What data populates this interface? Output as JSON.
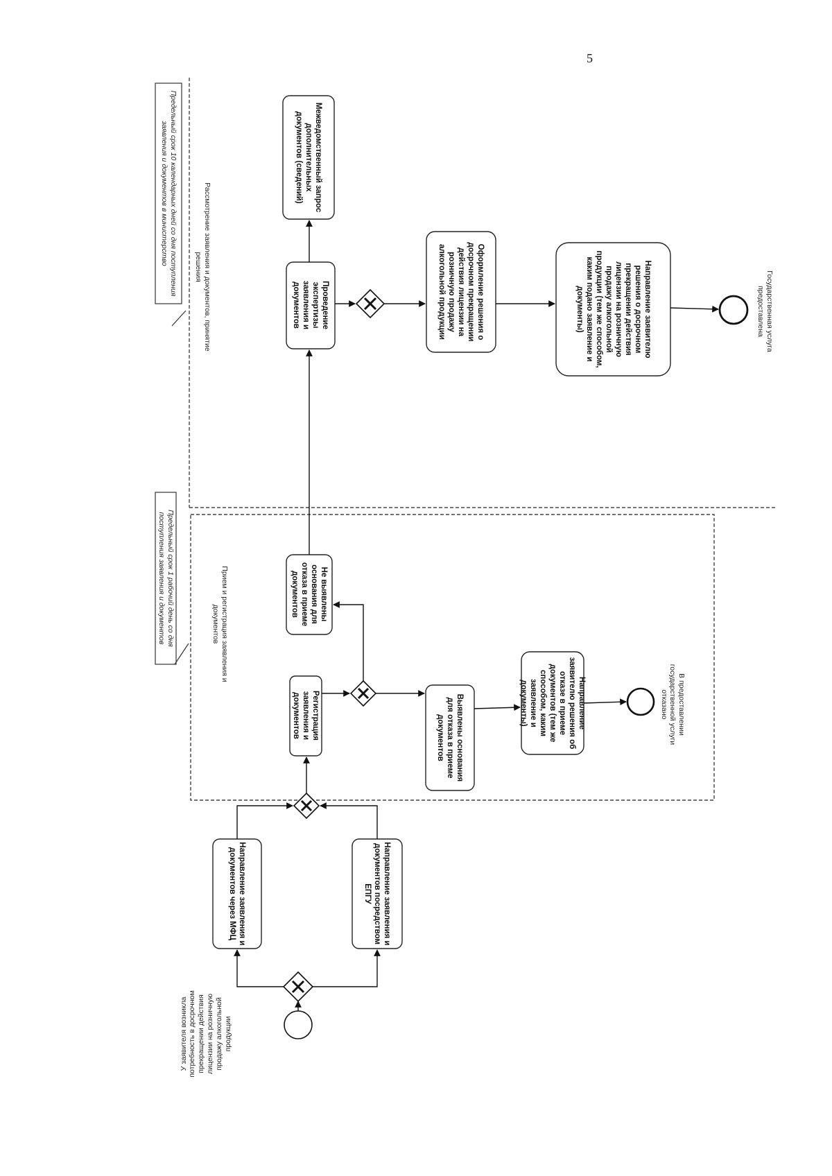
{
  "page_number": "5",
  "start_event": "У заявителя возникла потребность в досрочном прекращении действия лицензии на розничную продажу алкогольной продукции",
  "tasks": {
    "send_mfc": "Направление заявления и документов через МФЦ",
    "send_epgu": "Направление заявления и документов посредством ЕПГУ",
    "registration": "Регистрация заявления и документов",
    "no_grounds": "Не выявлены основания для отказа в приеме документов",
    "grounds_found": "Выявлены основания для отказа в приеме документов",
    "refusal_notice": "Направление заявителю решения об отказе в приеме документов (тем же способом, каким заявление и документы)",
    "expertise": "Проведение экспертизы заявления и документов",
    "interagency": "Межведомственный запрос дополнительных документов (сведений)",
    "decision": "Оформление решения о досрочном прекращении действия лицензии на розничную продажу алкогольной продукции",
    "send_decision": "Направление заявителю решения о досрочном прекращении действия лицензии на розничную продажу алкогольной продукции (тем же способом, каким подано заявление и документы)"
  },
  "lanes": {
    "reception": "Прием и регистрация заявления и документов",
    "review": "Рассмотрение заявления и документов, принятие решения"
  },
  "notes": {
    "reception_deadline": "Предельный срок 1 рабочий день со дня поступления заявления и документов",
    "review_deadline": "Предельный срок 10 календарных дней со дня поступления заявления и документов в министерство"
  },
  "end_events": {
    "refused": "В предоставлении государственной услуги отказано",
    "provided": "Государственная услуга предоставлена"
  }
}
